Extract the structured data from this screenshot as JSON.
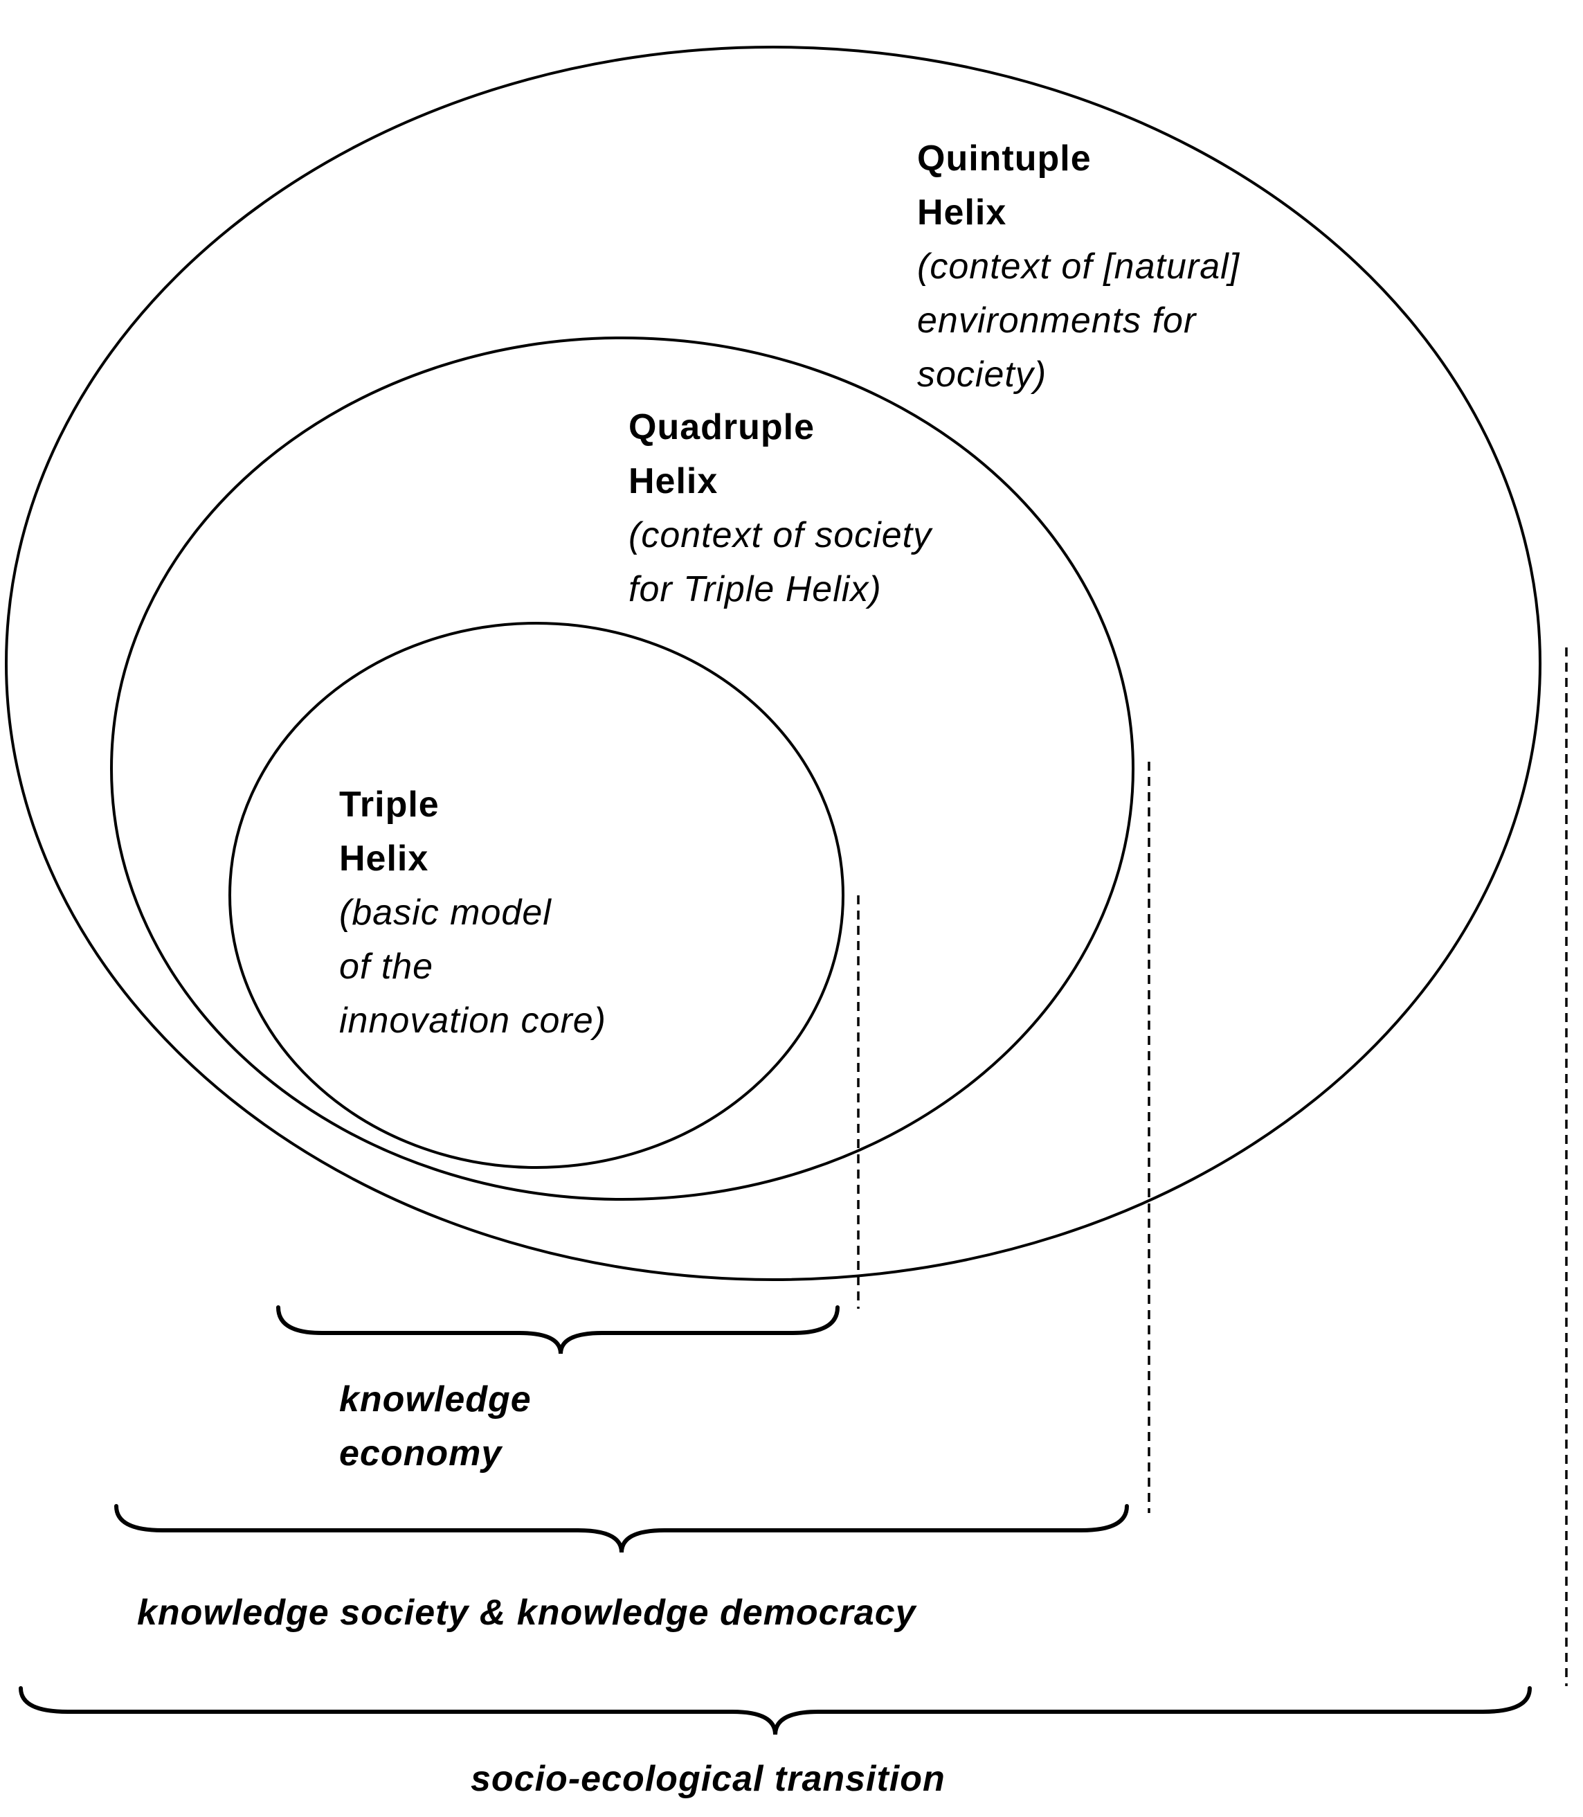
{
  "diagram": {
    "quintuple": {
      "title_line1": "Quintuple",
      "title_line2": "Helix",
      "desc_line1": "(context of [natural]",
      "desc_line2": "environments for",
      "desc_line3": "society)"
    },
    "quadruple": {
      "title_line1": "Quadruple",
      "title_line2": "Helix",
      "desc_line1": "(context of society",
      "desc_line2": "for Triple Helix)"
    },
    "triple": {
      "title_line1": "Triple",
      "title_line2": "Helix",
      "desc_line1": "(basic model",
      "desc_line2": "of the",
      "desc_line3": "innovation core)"
    },
    "brackets": {
      "knowledge_economy_line1": "knowledge",
      "knowledge_economy_line2": "economy",
      "knowledge_society": "knowledge society & knowledge democracy",
      "socio_ecological": "socio-ecological transition"
    },
    "line_color": "#000000",
    "background_color": "#ffffff"
  }
}
